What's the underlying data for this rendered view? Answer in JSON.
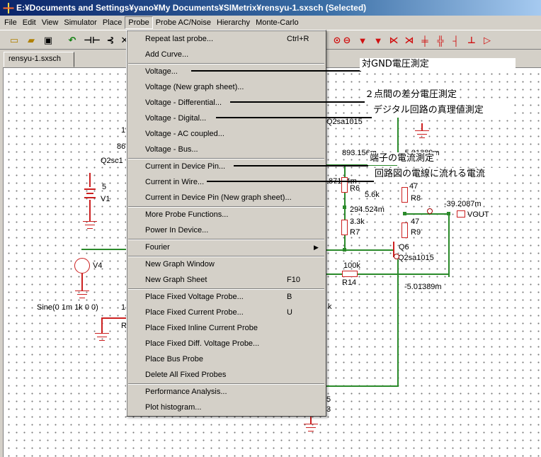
{
  "window": {
    "title": "E:¥Documents and Settings¥yano¥My Documents¥SIMetrix¥rensyu-1.sxsch (Selected)"
  },
  "menubar": [
    "File",
    "Edit",
    "View",
    "Simulator",
    "Place",
    "Probe",
    "Probe AC/Noise",
    "Hierarchy",
    "Monte-Carlo"
  ],
  "tab": {
    "label": "rensyu-1.sxsch"
  },
  "probe_menu": {
    "items": [
      {
        "label": "Repeat last probe...",
        "shortcut": "Ctrl+R"
      },
      {
        "label": "Add Curve...",
        "shortcut": ""
      },
      {
        "label": "Voltage...",
        "shortcut": ""
      },
      {
        "label": "Voltage (New graph sheet)...",
        "shortcut": ""
      },
      {
        "label": "Voltage - Differential...",
        "shortcut": ""
      },
      {
        "label": "Voltage - Digital...",
        "shortcut": ""
      },
      {
        "label": "Voltage - AC coupled...",
        "shortcut": ""
      },
      {
        "label": "Voltage - Bus...",
        "shortcut": ""
      },
      {
        "label": "Current in Device Pin...",
        "shortcut": ""
      },
      {
        "label": "Current in Wire...",
        "shortcut": ""
      },
      {
        "label": "Current in Device Pin (New graph sheet)...",
        "shortcut": ""
      },
      {
        "label": "More Probe Functions...",
        "shortcut": ""
      },
      {
        "label": "Power In Device...",
        "shortcut": ""
      },
      {
        "label": "Fourier",
        "shortcut": ""
      },
      {
        "label": "New Graph Window",
        "shortcut": ""
      },
      {
        "label": "New Graph Sheet",
        "shortcut": "F10"
      },
      {
        "label": "Place Fixed Voltage Probe...",
        "shortcut": "B"
      },
      {
        "label": "Place Fixed Current Probe...",
        "shortcut": "U"
      },
      {
        "label": "Place Fixed Inline Current Probe",
        "shortcut": ""
      },
      {
        "label": "Place Fixed Diff. Voltage Probe...",
        "shortcut": ""
      },
      {
        "label": "Place Bus Probe",
        "shortcut": ""
      },
      {
        "label": "Delete All Fixed Probes",
        "shortcut": ""
      },
      {
        "label": "Performance Analysis...",
        "shortcut": ""
      },
      {
        "label": "Plot histogram...",
        "shortcut": ""
      }
    ]
  },
  "annotations": [
    "対GND電圧測定",
    "２点間の差分電圧測定",
    "デジタル回路の真理値測定",
    "端子の電流測定",
    "回路図の電線に流れる電流"
  ],
  "schematic": {
    "labels": {
      "v1_val": "5",
      "v1": "V1",
      "v4": "V4",
      "sine": "Sine(0 1m 1k 0 0)",
      "q2sc": "Q2sc1",
      "l1": "1",
      "l86": "86",
      "l1b": "1",
      "rl": "R",
      "q2sa_top": "Q2sa1015",
      "meas_893": "893.156m",
      "meas_501_top": "-5.01389m",
      "meas_87": ".87124m",
      "r6": "R6",
      "r6_val": "5.6k",
      "r8_val": "47",
      "r8": "R8",
      "meas_294": "294.524m",
      "r7_val": "3.3k",
      "r7": "R7",
      "r9_val": "47",
      "r9": "R9",
      "meas_392": "-39.2087m",
      "vout": "VOUT",
      "q6": "Q6",
      "q6_part": "Q2sa1015",
      "r14_val": "100k",
      "r14": "R14",
      "meas_501_bot": "-5.01389m",
      "k": "k",
      "n5": "5",
      "n3": "3"
    }
  },
  "icons": [
    "open-icon",
    "save-icon",
    "undo-icon",
    "probe-tools",
    "red-symbol-tools"
  ]
}
